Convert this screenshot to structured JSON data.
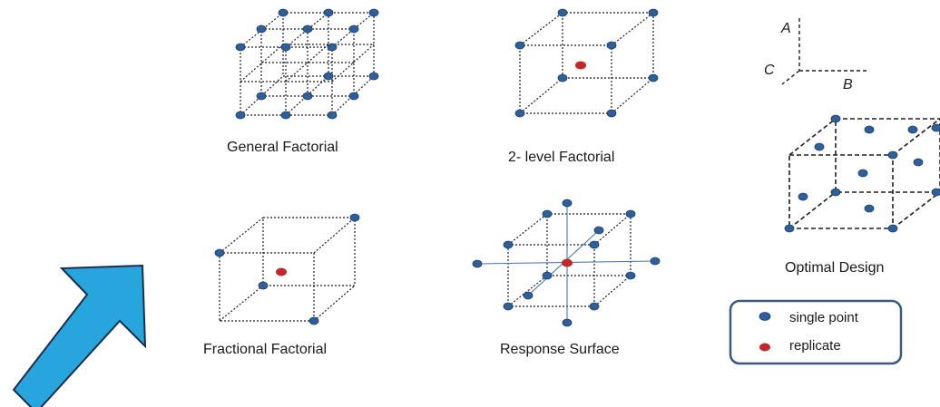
{
  "colors": {
    "single_point": "#2f5f9a",
    "replicate": "#c0282a",
    "arrow_fill": "#27a6de",
    "arrow_stroke": "#1b2d4f",
    "axis_line": "#4a78b0"
  },
  "captions": {
    "general_factorial": "General Factorial",
    "two_level_factorial": "2- level Factorial",
    "fractional_factorial": "Fractional Factorial",
    "response_surface": "Response Surface",
    "optimal_design": "Optimal Design"
  },
  "axes": {
    "a": "A",
    "b": "B",
    "c": "C"
  },
  "legend": {
    "single_point": "single point",
    "replicate": "replicate"
  },
  "icons": {
    "arrow": "arrow-up-right-icon"
  }
}
